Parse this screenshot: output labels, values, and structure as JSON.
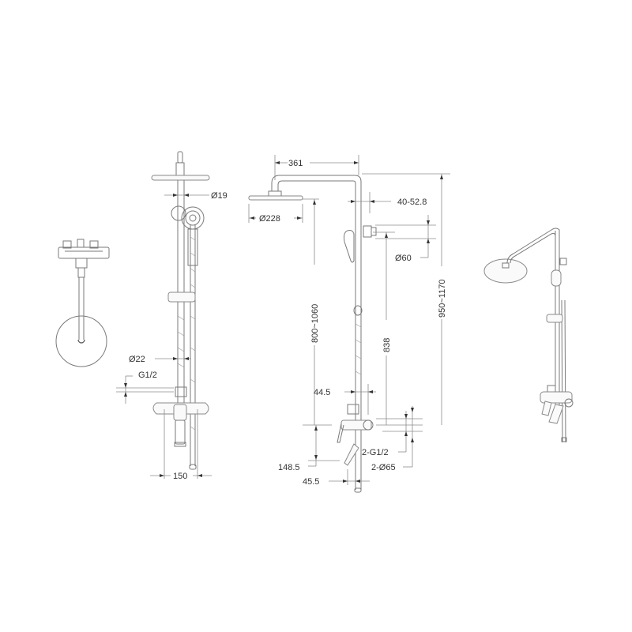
{
  "drawing": {
    "subject": "Shower column system dimension drawing",
    "views": [
      "top-view",
      "side-view",
      "front-view",
      "perspective-view"
    ]
  },
  "side_view": {
    "labels": {
      "head_pipe_dia": "Ø19",
      "riser_dia": "Ø22",
      "inlet_thread": "G1/2",
      "mixer_width": "150"
    }
  },
  "front_view": {
    "labels": {
      "arm_length": "361",
      "head_dia": "Ø228",
      "adjust_range": "40-52.8",
      "flange_dia": "Ø60",
      "head_height_range": "800~1060",
      "holder_height": "838",
      "total_height_range": "950~1170",
      "offset_top": "44.5",
      "spout_drop": "148.5",
      "spout_offset": "45.5",
      "inlet_threads": "2-G1/2",
      "cover_dia": "2-Ø65"
    }
  }
}
